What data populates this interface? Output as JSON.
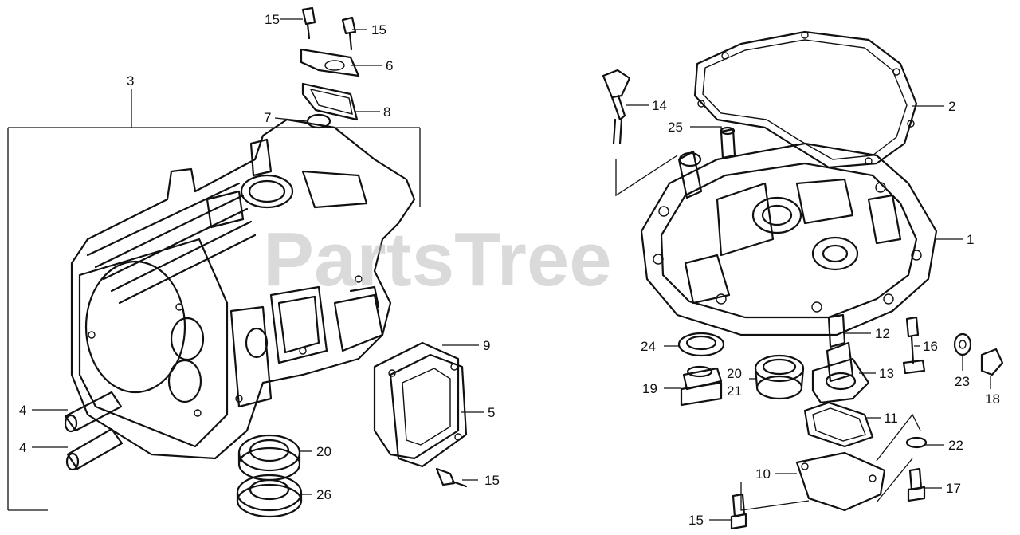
{
  "watermark": "PartsTree",
  "labels": {
    "l1": "1",
    "l2": "2",
    "l3": "3",
    "l4a": "4",
    "l4b": "4",
    "l5": "5",
    "l6": "6",
    "l7": "7",
    "l8": "8",
    "l9": "9",
    "l10": "10",
    "l11": "11",
    "l12": "12",
    "l13": "13",
    "l14": "14",
    "l15a": "15",
    "l15b": "15",
    "l15c": "15",
    "l15d": "15",
    "l16": "16",
    "l17": "17",
    "l18": "18",
    "l19": "19",
    "l20a": "20",
    "l20b": "20",
    "l21": "21",
    "l22": "22",
    "l23": "23",
    "l24": "24",
    "l25": "25",
    "l26": "26"
  }
}
